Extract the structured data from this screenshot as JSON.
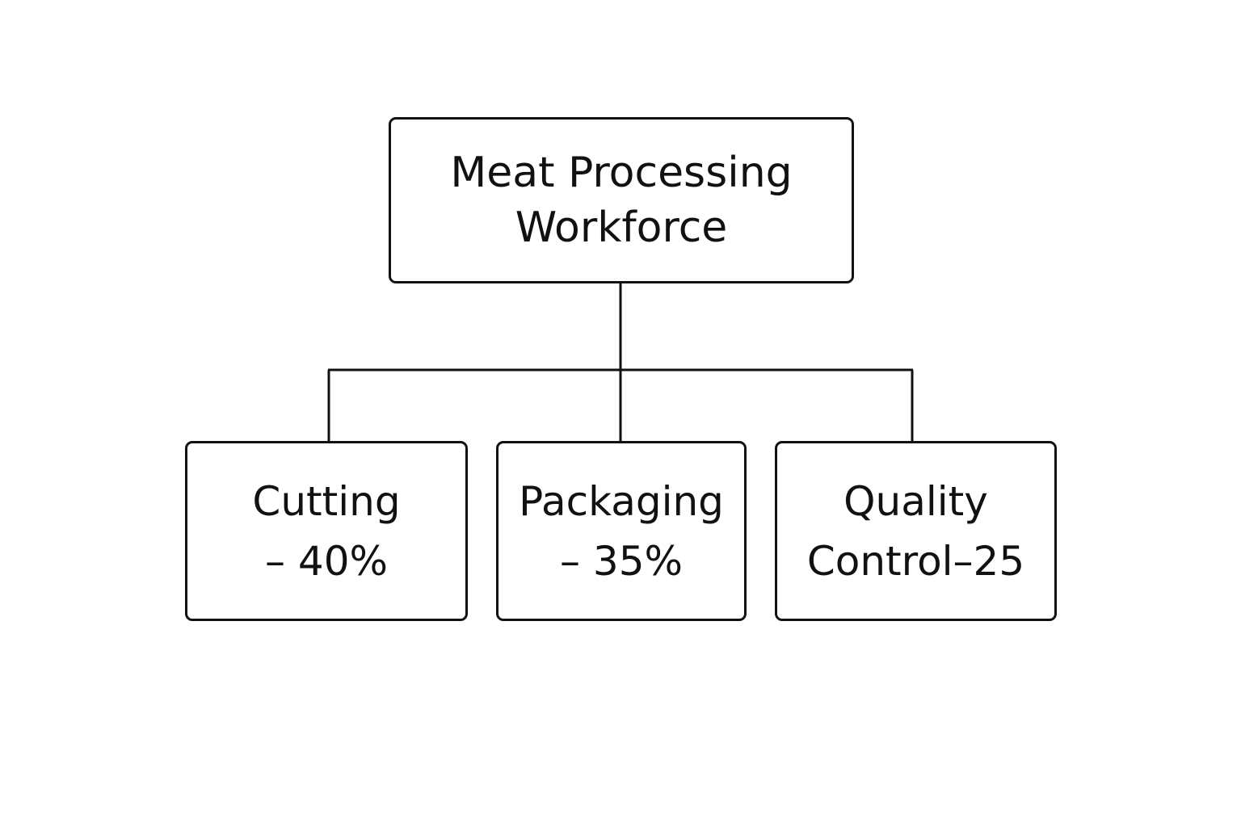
{
  "diagram": {
    "root": {
      "line1": "Meat Processing",
      "line2": "Workforce"
    },
    "children": [
      {
        "line1": "Cutting",
        "line2": "– 40%"
      },
      {
        "line1": "Packaging",
        "line2": "– 35%"
      },
      {
        "line1": "Quality",
        "line2": "Control–25"
      }
    ]
  },
  "colors": {
    "line": "#111111",
    "background": "#ffffff"
  }
}
